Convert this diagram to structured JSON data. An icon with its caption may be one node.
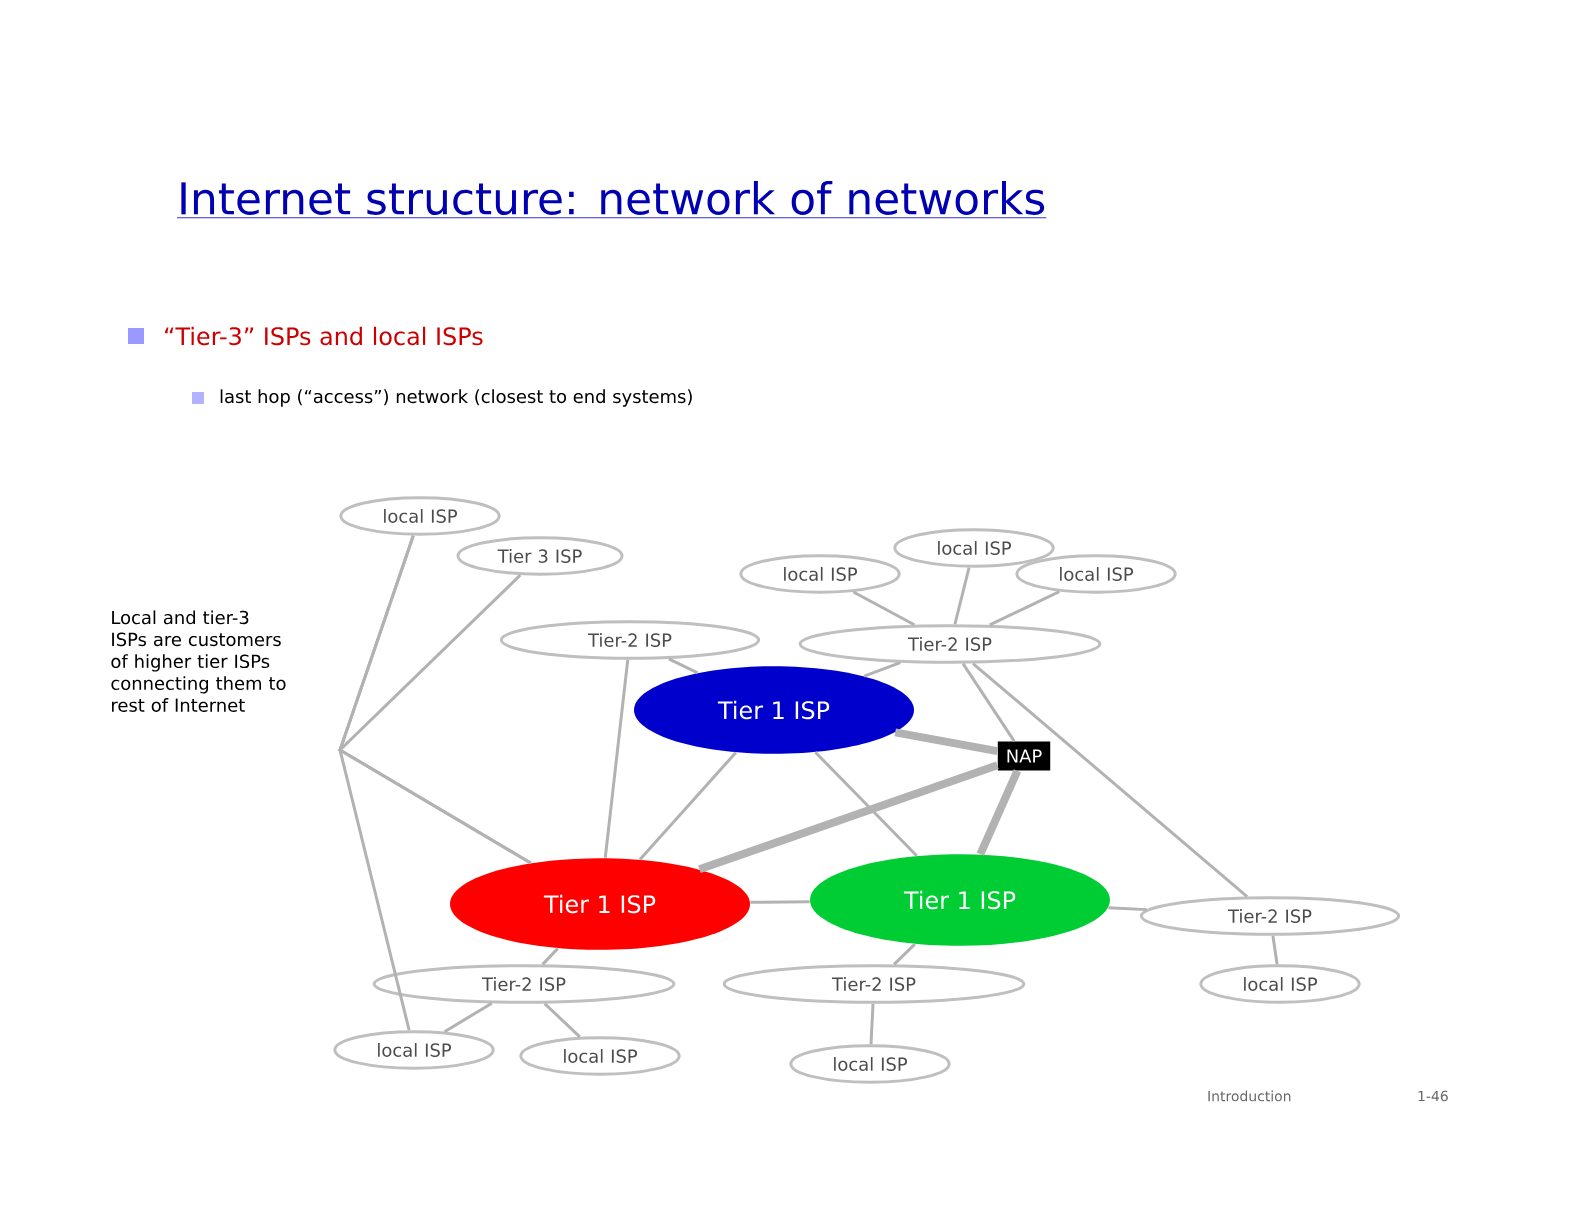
{
  "diagram": {
    "title": "Internet structure: network of networks",
    "nodes": [
      {
        "text": [
          "local ISP"
        ]
      },
      {
        "text": [
          "Tier 3 ISP"
        ]
      },
      {
        "text": [
          "local ISP"
        ]
      },
      {
        "text": [
          "local ISP"
        ]
      },
      {
        "text": [
          "local ISP"
        ]
      },
      {
        "text": [
          "Tier-2 ISP"
        ]
      },
      {
        "text": [
          "Tier-2 ISP"
        ]
      },
      {
        "text": [
          "Tier 1 ISP"
        ]
      },
      {
        "text": [
          "NAP"
        ]
      },
      {
        "text": [
          "Tier 1 ISP"
        ]
      },
      {
        "text": [
          "Tier 1 ISP"
        ]
      },
      {
        "text": [
          "Tier-2 ISP"
        ]
      },
      {
        "text": [
          "Tier-2 ISP"
        ]
      },
      {
        "text": [
          "Tier-2 ISP"
        ]
      },
      {
        "text": [
          "local ISP"
        ]
      },
      {
        "text": [
          "local ISP"
        ]
      },
      {
        "text": [
          "local ISP"
        ]
      },
      {
        "text": [
          "local ISP"
        ]
      }
    ],
    "edges": [
      {
        "from": 0,
        "to": 9,
        "arrow": "none"
      },
      {
        "from": 1,
        "to": 9,
        "arrow": "none"
      },
      {
        "from": 0,
        "to": 15,
        "arrow": "none"
      },
      {
        "from": 5,
        "to": 9,
        "arrow": "none"
      },
      {
        "from": 5,
        "to": 7,
        "arrow": "none"
      },
      {
        "from": 7,
        "to": 9,
        "arrow": "none"
      },
      {
        "from": 7,
        "to": 10,
        "arrow": "none"
      },
      {
        "from": 9,
        "to": 10,
        "arrow": "none"
      },
      {
        "from": 8,
        "to": 7,
        "arrow": "none",
        "style": "thick"
      },
      {
        "from": 8,
        "to": 9,
        "arrow": "none",
        "style": "thick"
      },
      {
        "from": 8,
        "to": 10,
        "arrow": "none",
        "style": "thick"
      },
      {
        "from": 6,
        "to": 7,
        "arrow": "none"
      },
      {
        "from": 6,
        "to": 8,
        "arrow": "none"
      },
      {
        "from": 2,
        "to": 6,
        "arrow": "none"
      },
      {
        "from": 3,
        "to": 6,
        "arrow": "none"
      },
      {
        "from": 4,
        "to": 6,
        "arrow": "none"
      },
      {
        "from": 6,
        "to": 11,
        "arrow": "none"
      },
      {
        "from": 10,
        "to": 11,
        "arrow": "none"
      },
      {
        "from": 9,
        "to": 12,
        "arrow": "none"
      },
      {
        "from": 10,
        "to": 13,
        "arrow": "none"
      },
      {
        "from": 12,
        "to": 15,
        "arrow": "none"
      },
      {
        "from": 12,
        "to": 16,
        "arrow": "none"
      },
      {
        "from": 13,
        "to": 17,
        "arrow": "none"
      },
      {
        "from": 11,
        "to": 14,
        "arrow": "none"
      }
    ],
    "labels": [
      "“Tier-3” ISPs and local ISPs",
      "last hop (“access”) network (closest to end systems)",
      "Local and tier-3 ISPs are customers of higher tier ISPs connecting them to rest of Internet",
      "Introduction",
      "1-46"
    ]
  }
}
